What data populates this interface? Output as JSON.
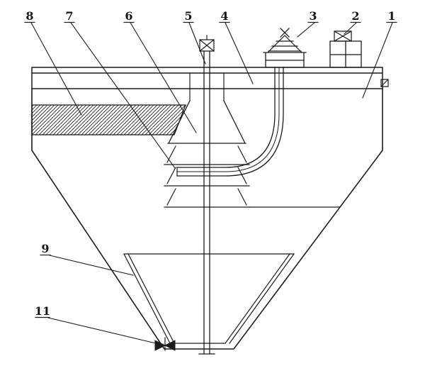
{
  "figure": {
    "kind": "patent-style technical line drawing of a conical settling / thickener tank",
    "background": "#ffffff",
    "line_color": "#1b1b1b",
    "callouts": {
      "c1": "1",
      "c2": "2",
      "c3": "3",
      "c4": "4",
      "c5": "5",
      "c6": "6",
      "c7": "7",
      "c8": "8",
      "c9": "9",
      "c11": "11"
    }
  }
}
